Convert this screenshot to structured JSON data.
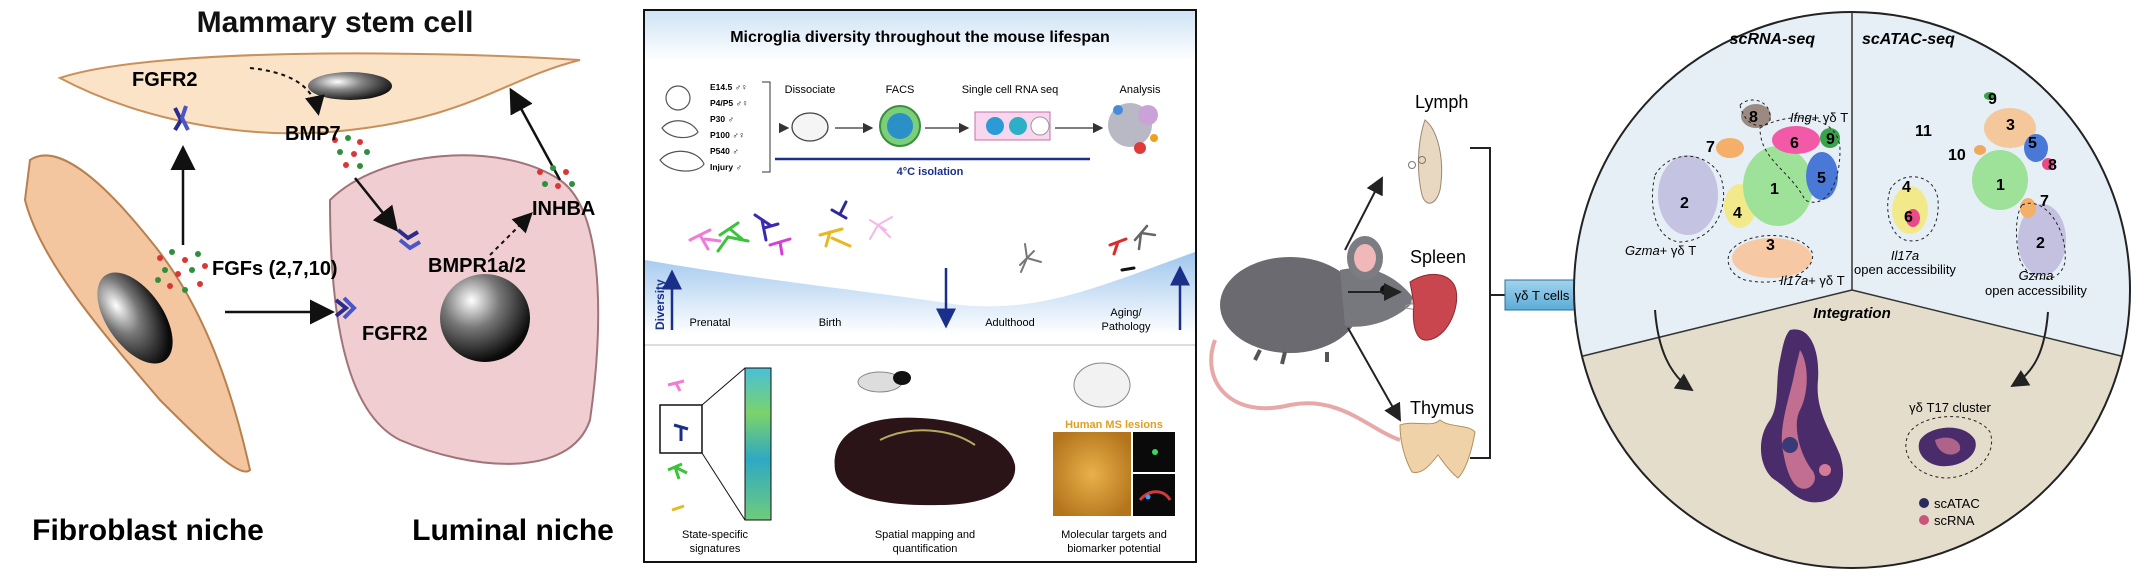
{
  "panel1": {
    "title": "Mammary stem cell",
    "fgfr2_top": "FGFR2",
    "bmp7": "BMP7",
    "inhba": "INHBA",
    "fgfs": "FGFs (2,7,10)",
    "bmpr": "BMPR1a/2",
    "fgfr2_bottom": "FGFR2",
    "fibroblast": "Fibroblast niche",
    "luminal": "Luminal niche"
  },
  "panel2": {
    "title": "Microglia diversity throughout the mouse lifespan",
    "ages": [
      "E14.5 ♂♀",
      "P4/P5 ♂♀",
      "P30 ♂",
      "P100 ♂♀",
      "P540 ♂",
      "Injury ♂"
    ],
    "steps": [
      "Dissociate",
      "FACS",
      "Single cell RNA seq",
      "Analysis"
    ],
    "isolation": "4°C isolation",
    "diversity": "Diversity",
    "stages": [
      "Prenatal",
      "Birth",
      "Adulthood",
      "Aging/",
      "Pathology"
    ],
    "lesions": "Human MS lesions",
    "bottom": {
      "state_1": "State-specific",
      "state_2": "signatures",
      "spatial_1": "Spatial mapping and",
      "spatial_2": "quantification",
      "molecular_1": "Molecular targets and",
      "molecular_2": "biomarker potential"
    }
  },
  "panel3": {
    "lymph": "Lymph",
    "spleen": "Spleen",
    "thymus": "Thymus",
    "gdt": "γδ T cells",
    "scrna": "scRNA-seq",
    "scatac": "scATAC-seq",
    "integration": "Integration",
    "rna_clusters": [
      "1",
      "2",
      "3",
      "4",
      "5",
      "6",
      "7",
      "8",
      "9"
    ],
    "atac_clusters": [
      "1",
      "2",
      "3",
      "4",
      "5",
      "6",
      "7",
      "8",
      "9",
      "10",
      "11"
    ],
    "ifng": "Ifng",
    "gzma_rna": "Gzma",
    "il17a_rna": "Il17a",
    "gdt_suffix": "+ γδ T",
    "il17a_atac": "Il17a",
    "open_acc": "open accessibility",
    "gzma_atac": "Gzma",
    "t17": "γδ T17 cluster",
    "legend": [
      "scATAC",
      "scRNA"
    ],
    "legend_colors": [
      "#2b2a5c",
      "#c9567a"
    ]
  }
}
